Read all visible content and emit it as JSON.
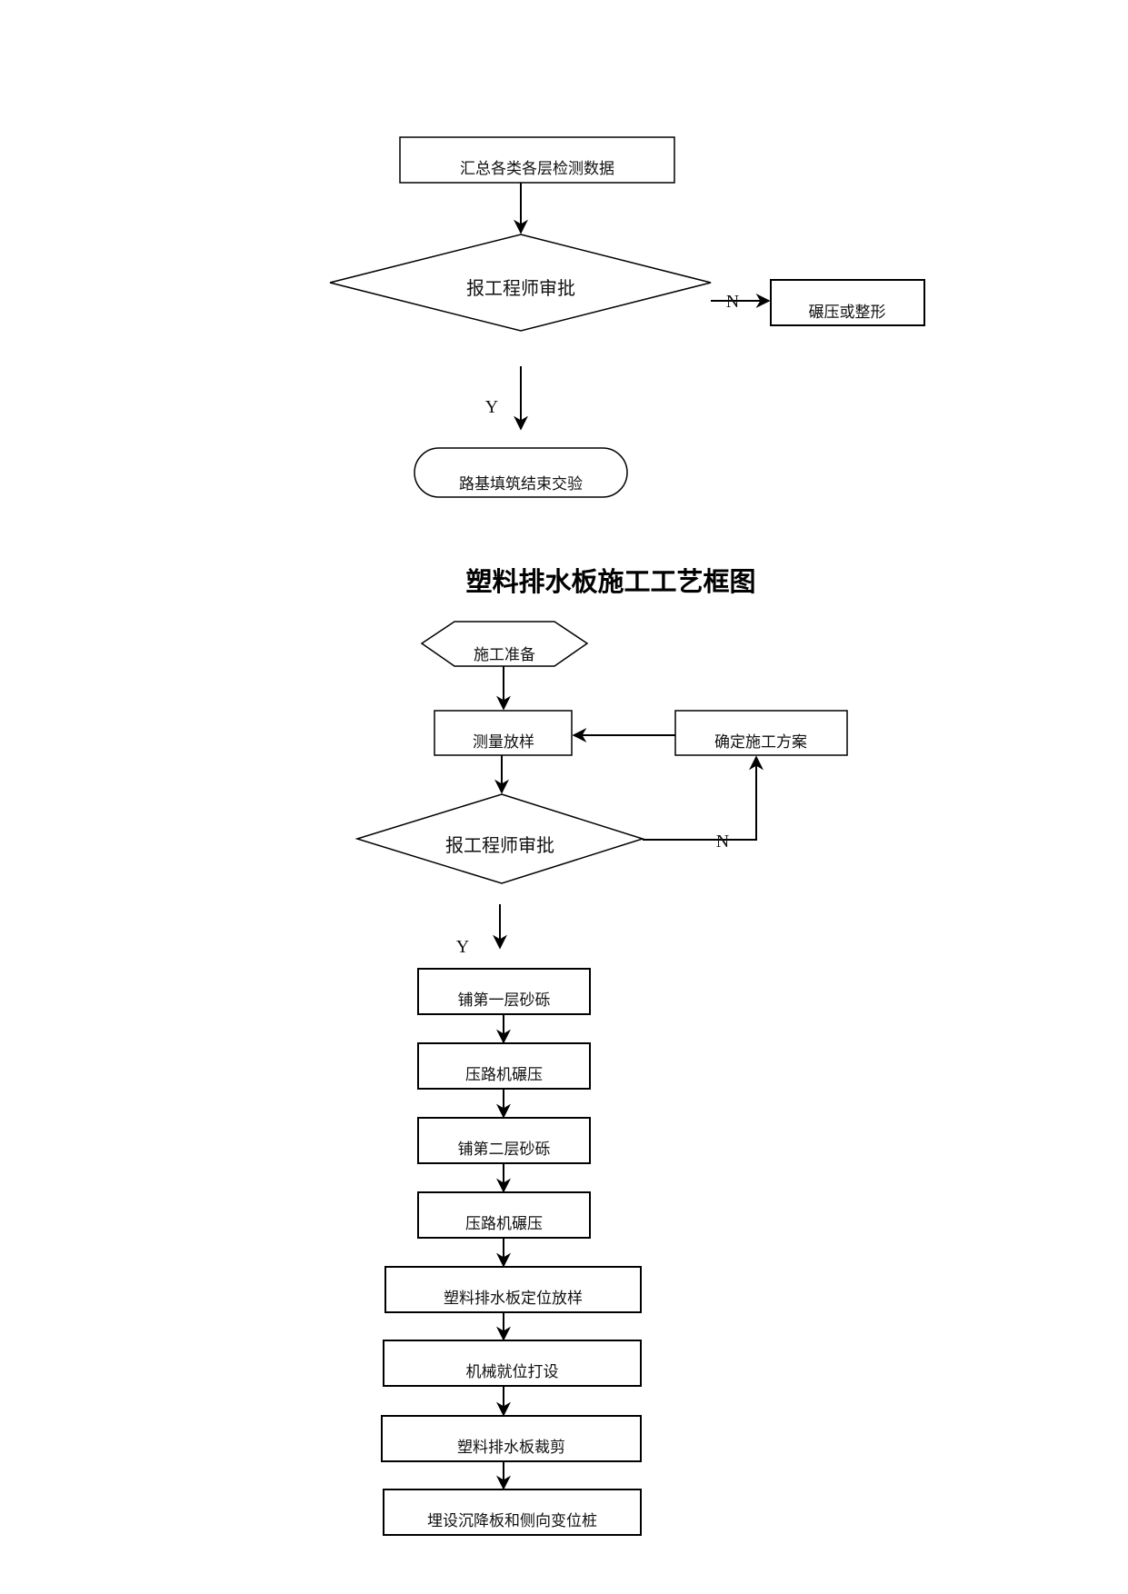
{
  "flow1": {
    "summarize": "汇总各类各层检测数据",
    "approve": "报工程师审批",
    "rework": "碾压或整形",
    "finish": "路基填筑结束交验",
    "no": "N",
    "yes": "Y"
  },
  "flow2": {
    "title": "塑料排水板施工工艺框图",
    "prepare": "施工准备",
    "survey": "测量放样",
    "plan": "确定施工方案",
    "approve": "报工程师审批",
    "no": "N",
    "yes": "Y",
    "steps": [
      "铺第一层砂砾",
      "压路机碾压",
      "铺第二层砂砾",
      "压路机碾压",
      "塑料排水板定位放样",
      "机械就位打设",
      "塑料排水板裁剪",
      "埋设沉降板和侧向变位桩"
    ]
  }
}
